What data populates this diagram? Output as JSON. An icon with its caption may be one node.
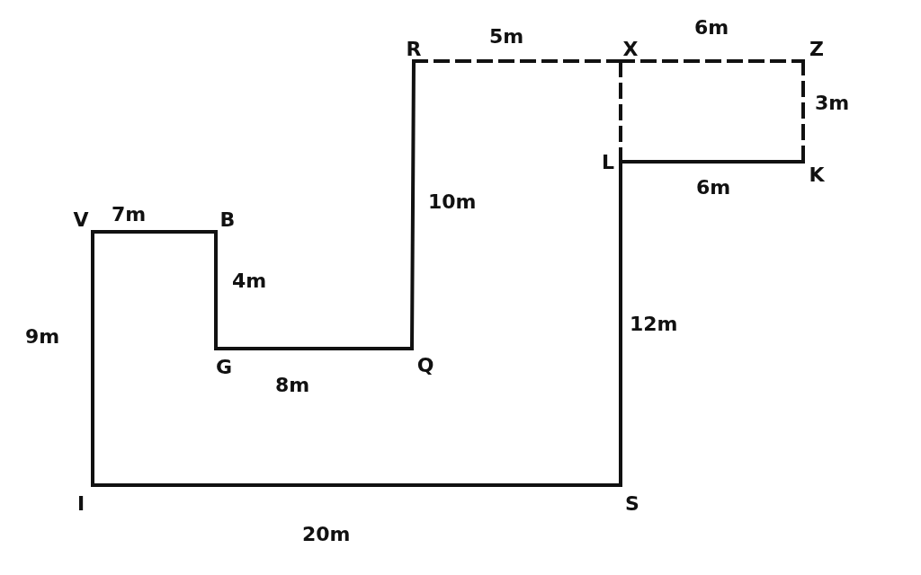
{
  "diagram": {
    "nodes": [
      {
        "text": [
          "R"
        ]
      },
      {
        "text": [
          "X"
        ]
      },
      {
        "text": [
          "Z"
        ]
      },
      {
        "text": [
          "L"
        ]
      },
      {
        "text": [
          "K"
        ]
      },
      {
        "text": [
          "V"
        ]
      },
      {
        "text": [
          "B"
        ]
      },
      {
        "text": [
          "G"
        ]
      },
      {
        "text": [
          "Q"
        ]
      },
      {
        "text": [
          "I"
        ]
      },
      {
        "text": [
          "S"
        ]
      }
    ],
    "edges": [
      {
        "from": 5,
        "to": 6,
        "arrow": "none",
        "label": "7m"
      },
      {
        "from": 6,
        "to": 7,
        "arrow": "none",
        "label": "4m"
      },
      {
        "from": 7,
        "to": 8,
        "arrow": "none",
        "label": "8m"
      },
      {
        "from": 8,
        "to": 0,
        "arrow": "none",
        "label": "10m"
      },
      {
        "from": 0,
        "to": 1,
        "arrow": "none",
        "label": "5m",
        "style": "dashed"
      },
      {
        "from": 1,
        "to": 2,
        "arrow": "none",
        "label": "6m",
        "style": "dashed"
      },
      {
        "from": 2,
        "to": 4,
        "arrow": "none",
        "label": "3m",
        "style": "dashed"
      },
      {
        "from": 4,
        "to": 3,
        "arrow": "none",
        "label": "6m"
      },
      {
        "from": 3,
        "to": 1,
        "arrow": "none",
        "style": "dashed"
      },
      {
        "from": 3,
        "to": 10,
        "arrow": "none",
        "label": "12m"
      },
      {
        "from": 10,
        "to": 9,
        "arrow": "none",
        "label": "20m"
      },
      {
        "from": 9,
        "to": 5,
        "arrow": "none",
        "label": "9m"
      }
    ]
  }
}
